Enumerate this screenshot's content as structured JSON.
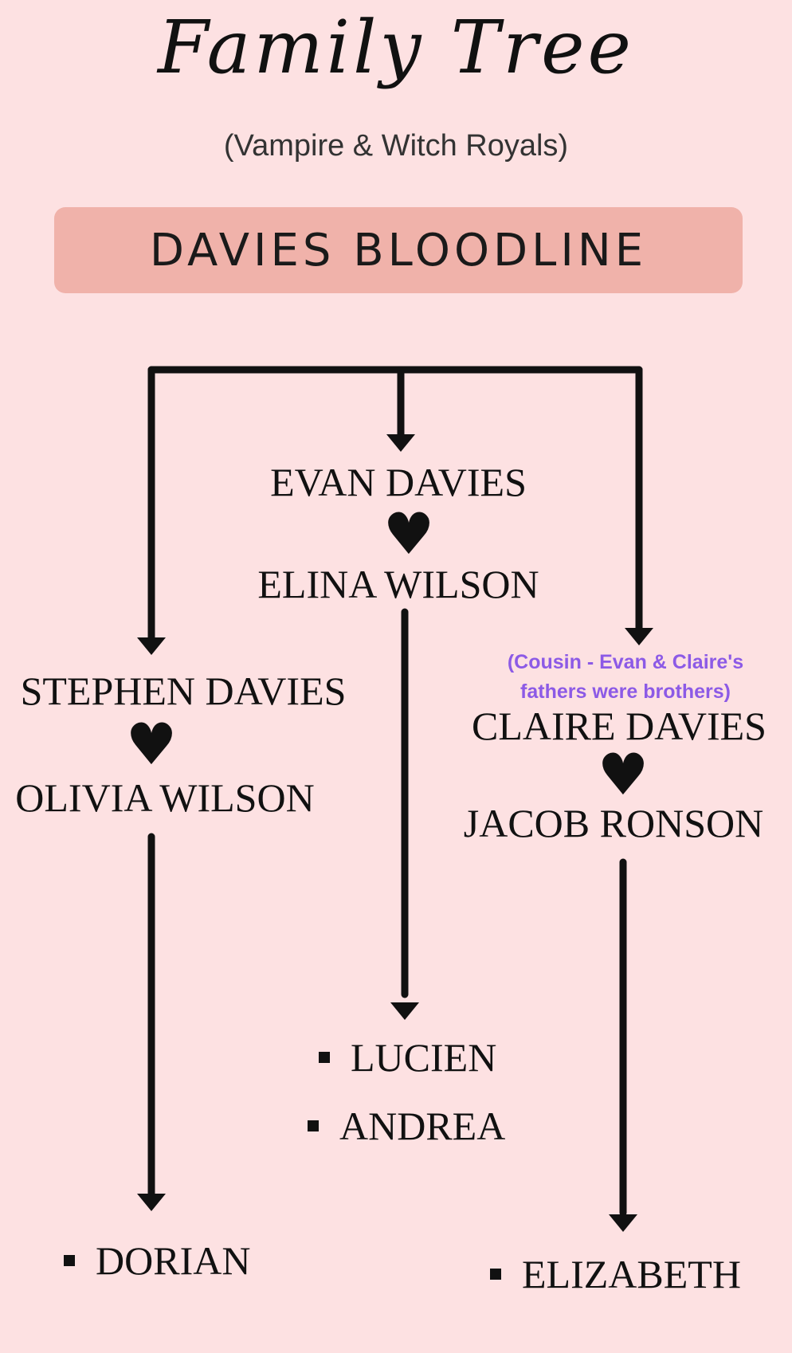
{
  "header": {
    "title": "Family Tree",
    "subtitle": "(Vampire & Witch Royals)",
    "banner": "DAVIES BLOODLINE"
  },
  "couples": {
    "center": {
      "partner1": "EVAN DAVIES",
      "partner2": "ELINA WILSON"
    },
    "left": {
      "partner1": "STEPHEN DAVIES",
      "partner2": "OLIVIA WILSON"
    },
    "right": {
      "note_line1": "(Cousin - Evan & Claire's",
      "note_line2": "fathers were brothers)",
      "partner1": "CLAIRE DAVIES",
      "partner2": "JACOB RONSON"
    }
  },
  "children": {
    "center": [
      "LUCIEN",
      "ANDREA"
    ],
    "left": [
      "DORIAN"
    ],
    "right": [
      "ELIZABETH"
    ]
  },
  "icons": {
    "couple": "heart-icon",
    "child": "square-bullet-icon"
  },
  "colors": {
    "background": "#fde1e2",
    "banner": "#f0b2aa",
    "note": "#8c5ae6",
    "ink": "#111111"
  }
}
